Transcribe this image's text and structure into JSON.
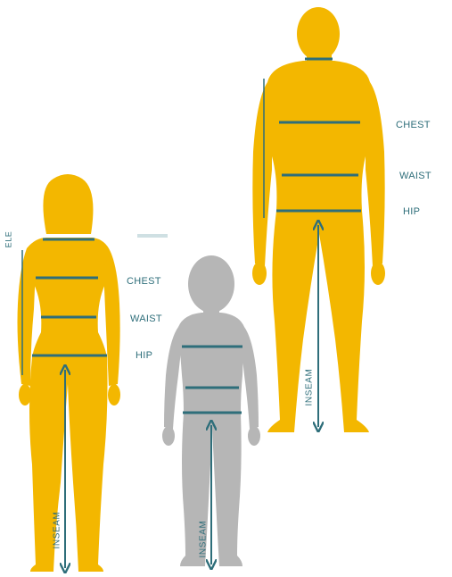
{
  "colors": {
    "adult": "#F3B700",
    "child": "#B6B6B6",
    "measure": "#2E6E7A",
    "label": "#2E6E7A",
    "background": "#FFFFFF"
  },
  "man": {
    "chest_label": "CHEST",
    "waist_label": "WAIST",
    "hip_label": "HIP",
    "inseam_label": "INSEAM"
  },
  "woman": {
    "chest_label": "CHEST",
    "waist_label": "WAIST",
    "hip_label": "HIP",
    "inseam_label": "INSEAM",
    "cropped_left_label": "ELE"
  },
  "child": {
    "inseam_label": "INSEAM"
  }
}
